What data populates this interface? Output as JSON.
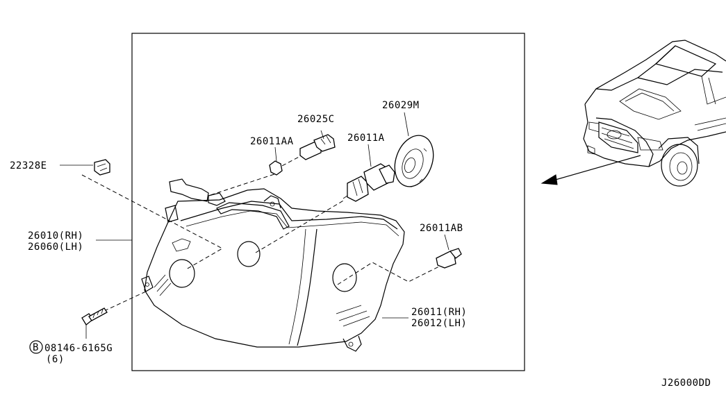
{
  "diagram": {
    "part_labels": {
      "clip": "22328E",
      "headlamp_assy_rh": "26010(RH)",
      "headlamp_assy_lh": "26060(LH)",
      "bolt_prefix": "B",
      "bolt": "08146-6165G",
      "bolt_qty": "(6)",
      "socket": "26025C",
      "bulb_small": "26011AA",
      "bulb_main": "26011A",
      "cap": "26029M",
      "bulb_side": "26011AB",
      "lens_rh": "26011(RH)",
      "lens_lh": "26012(LH)"
    },
    "diagram_code": "J26000DD"
  }
}
